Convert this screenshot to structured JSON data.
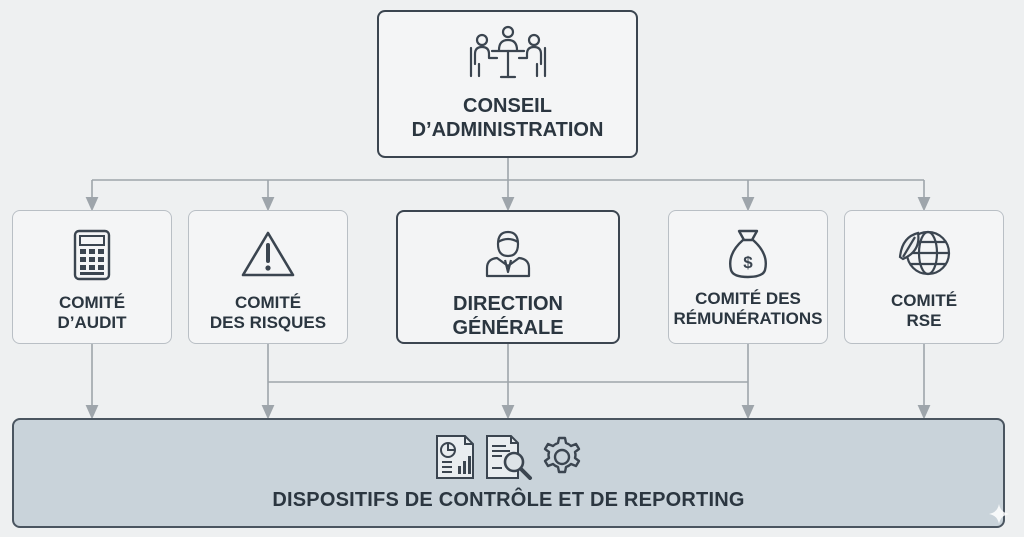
{
  "board": {
    "icon": "meeting-table-icon",
    "label_line1": "CONSEIL",
    "label_line2": "D’ADMINISTRATION"
  },
  "committees": [
    {
      "id": "audit",
      "icon": "calculator-icon",
      "line1": "COMITÉ",
      "line2": "D’AUDIT"
    },
    {
      "id": "risques",
      "icon": "warning-triangle-icon",
      "line1": "COMITÉ",
      "line2": "DES RISQUES"
    },
    {
      "id": "direction",
      "icon": "executive-person-icon",
      "line1": "DIRECTION",
      "line2": "GÉNÉRALE"
    },
    {
      "id": "remunerations",
      "icon": "money-bag-icon",
      "line1": "COMITÉ DES",
      "line2": "RÉMUNÉRATIONS"
    },
    {
      "id": "rse",
      "icon": "globe-leaf-icon",
      "line1": "COMITÉ",
      "line2": "RSE"
    }
  ],
  "controls": {
    "icons": [
      "report-chart-icon",
      "document-magnifier-icon",
      "gear-icon"
    ],
    "label": "DISPOSITIFS DE CONTRÔLE ET DE REPORTING"
  },
  "colors": {
    "background": "#eef0f1",
    "box_border": "#b9bfc5",
    "strong_border": "#3b4550",
    "bottom_fill": "#c9d3da",
    "text": "#2b3640",
    "connector": "#9ea5ab"
  }
}
